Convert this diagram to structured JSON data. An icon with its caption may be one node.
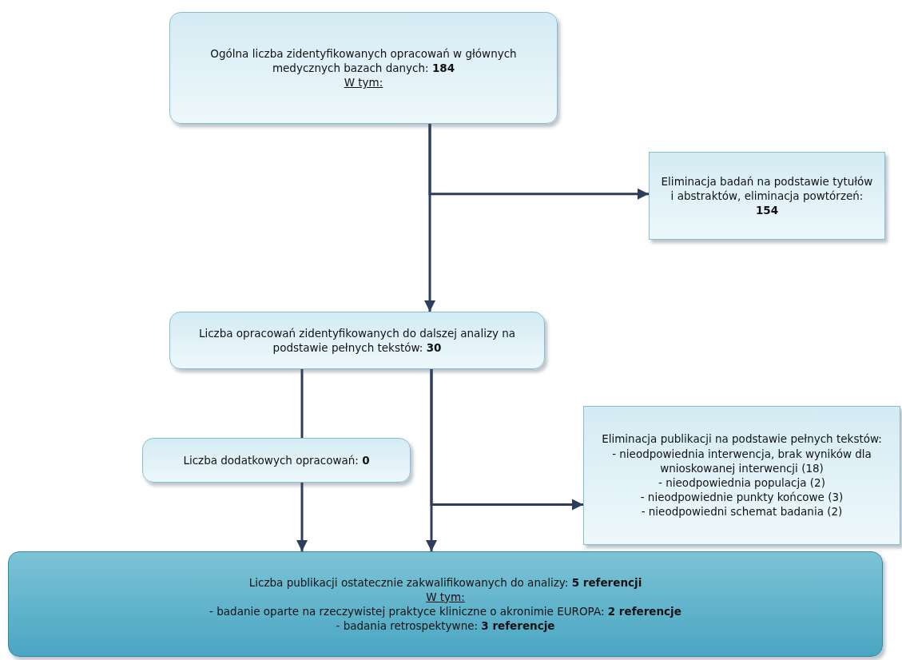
{
  "diagram": {
    "nodes": [
      {
        "text": [
          "Ogólna liczba zidentyfikowanych opracowań w głównych medycznych bazach danych: **184**",
          "W tym:"
        ]
      },
      {
        "text": [
          "Eliminacja badań na podstawie tytułów i abstraktów, eliminacja powtórzeń: **154**"
        ]
      },
      {
        "text": [
          "Liczba opracowań zidentyfikowanych do dalszej analizy na podstawie pełnych tekstów: **30**"
        ]
      },
      {
        "text": [
          "Liczba dodatkowych opracowań: **0**"
        ]
      },
      {
        "text": [
          "Eliminacja publikacji na podstawie pełnych tekstów:",
          "- nieodpowiednia interwencja, brak wyników dla wnioskowanej interwencji (18)",
          "- nieodpowiednia populacja (2)",
          "- nieodpowiednie punkty końcowe (3)",
          "- nieodpowiedni schemat badania (2)"
        ]
      },
      {
        "text": [
          "Liczba publikacji ostatecznie zakwalifikowanych do analizy: **5 referencji**",
          "W tym:",
          "- badanie oparte na rzeczywistej praktyce kliniczne o akronimie EUROPA: **2 referencje**",
          "- badania retrospektywne: **3 referencje**"
        ]
      }
    ],
    "edges": [
      {
        "from": 0,
        "to": 1,
        "arrow": "to"
      },
      {
        "from": 0,
        "to": 2,
        "arrow": "to"
      },
      {
        "from": 2,
        "to": 3,
        "arrow": "none"
      },
      {
        "from": 2,
        "to": 5,
        "arrow": "to"
      },
      {
        "from": 2,
        "to": 4,
        "arrow": "to"
      },
      {
        "from": 3,
        "to": 5,
        "arrow": "to"
      }
    ]
  }
}
